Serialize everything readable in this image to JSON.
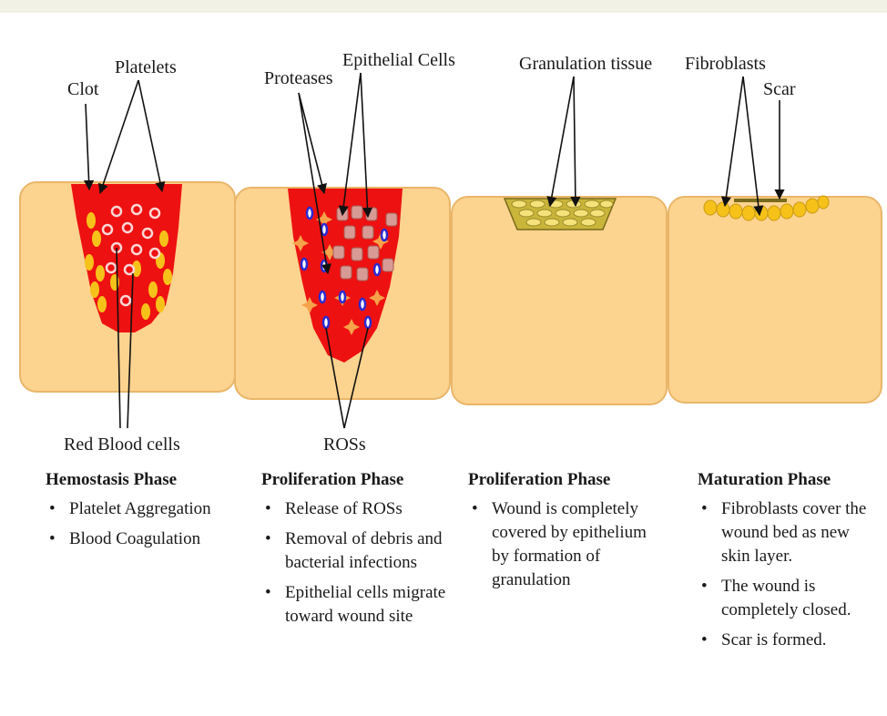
{
  "labels": {
    "clot": "Clot",
    "platelets": "Platelets",
    "red_blood_cells": "Red Blood cells",
    "proteases": "Proteases",
    "epithelial_cells": "Epithelial Cells",
    "ros": "ROSs",
    "granulation_tissue": "Granulation tissue",
    "fibroblasts": "Fibroblasts",
    "scar": "Scar"
  },
  "phases": [
    {
      "title": "Hemostasis Phase",
      "bullets": [
        "Platelet Aggregation",
        "Blood Coagulation"
      ]
    },
    {
      "title": "Proliferation Phase",
      "bullets": [
        "Release of ROSs",
        "Removal of debris and bacterial infections",
        "Epithelial cells migrate toward wound site"
      ]
    },
    {
      "title": "Proliferation Phase",
      "bullets": [
        "Wound is completely covered by epithelium by formation of granulation"
      ]
    },
    {
      "title": "Maturation Phase",
      "bullets": [
        "Fibroblasts cover the wound bed as new skin layer.",
        "The wound is completely closed.",
        "Scar is formed."
      ]
    }
  ],
  "colors": {
    "skin": "#fcd38f",
    "skin_border": "#e9b66a",
    "blood": "#ee1111",
    "platelet": "#f6c21a",
    "granulation": "#c9b53a",
    "page_top_bar": "#f1f1e6"
  }
}
